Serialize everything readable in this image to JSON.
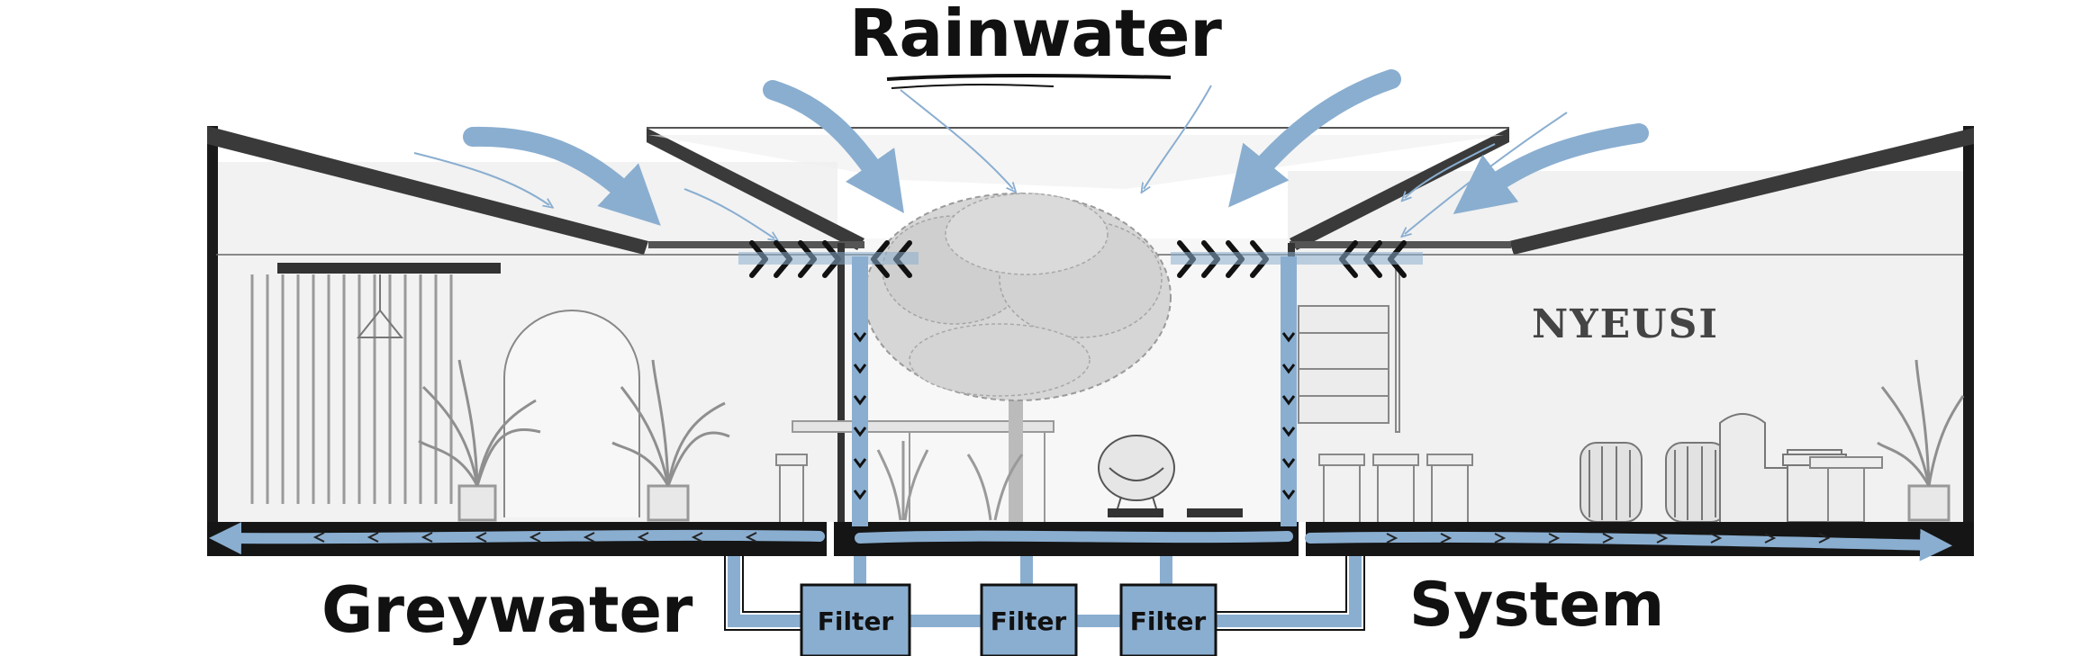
{
  "title": "Rainwater",
  "labels": {
    "left": "Greywater",
    "right": "System"
  },
  "filters": [
    "Filter",
    "Filter",
    "Filter"
  ],
  "brand_sign": "NYEUSI",
  "colors": {
    "water": "#8aaed0",
    "ink": "#111111",
    "roof": "#3a3a3a",
    "wall": "#f0f0f0"
  }
}
